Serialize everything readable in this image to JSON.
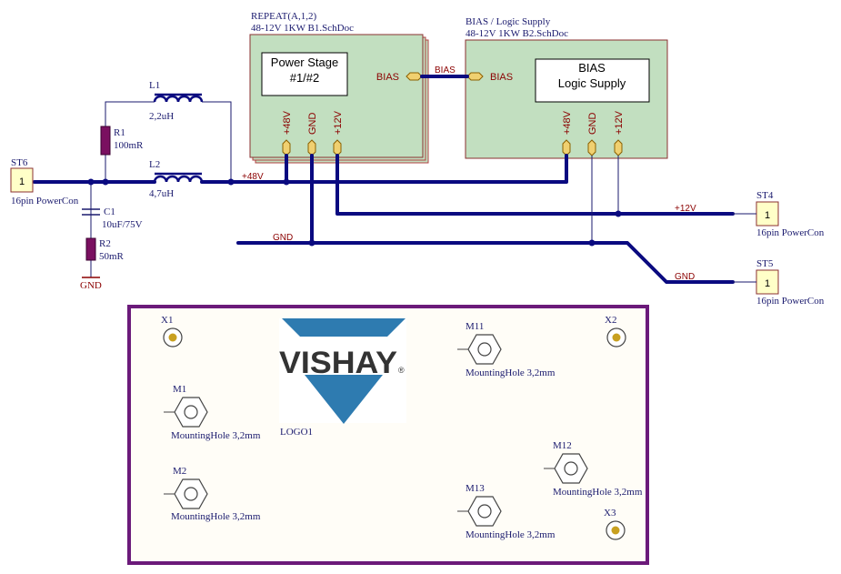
{
  "sheets": {
    "power": {
      "title": "REPEAT(A,1,2)",
      "file": "48-12V  1KW  B1.SchDoc",
      "box_label_line1": "Power Stage",
      "box_label_line2": "#1/#2",
      "port_bias": "BIAS",
      "pins": [
        "+48V",
        "GND",
        "+12V"
      ]
    },
    "bias": {
      "title": "BIAS / Logic Supply",
      "file": "48-12V  1KW  B2.SchDoc",
      "box_label_line1": "BIAS",
      "box_label_line2": "Logic Supply",
      "port_bias": "BIAS",
      "pins": [
        "+48V",
        "GND",
        "+12V"
      ]
    }
  },
  "nets": {
    "bias": "BIAS",
    "v48": "+48V",
    "v12": "+12V",
    "gnd1": "GND",
    "gnd2": "GND",
    "gnd_power": "GND"
  },
  "components": {
    "L1": {
      "ref": "L1",
      "value": "2,2uH"
    },
    "L2": {
      "ref": "L2",
      "value": "4,7uH"
    },
    "R1": {
      "ref": "R1",
      "value": "100mR"
    },
    "R2": {
      "ref": "R2",
      "value": "50mR"
    },
    "C1": {
      "ref": "C1",
      "value": "10uF/75V"
    }
  },
  "connectors": {
    "ST6": {
      "ref": "ST6",
      "pin": "1",
      "type": "16pin PowerCon"
    },
    "ST4": {
      "ref": "ST4",
      "pin": "1",
      "type": "16pin PowerCon"
    },
    "ST5": {
      "ref": "ST5",
      "pin": "1",
      "type": "16pin PowerCon"
    }
  },
  "board": {
    "holes": [
      {
        "ref": "M1",
        "type": "MountingHole 3,2mm"
      },
      {
        "ref": "M2",
        "type": "MountingHole 3,2mm"
      },
      {
        "ref": "M11",
        "type": "MountingHole 3,2mm"
      },
      {
        "ref": "M12",
        "type": "MountingHole 3,2mm"
      },
      {
        "ref": "M13",
        "type": "MountingHole 3,2mm"
      }
    ],
    "fiducials": [
      "X1",
      "X2",
      "X3"
    ],
    "logo": {
      "text": "VISHAY",
      "mark": "®",
      "ref": "LOGO1"
    }
  },
  "colors": {
    "wire": "#0a0a80",
    "sheet_fill": "#c2dfc0",
    "board": "#6b1a7a",
    "logo_blue": "#2e7bb0",
    "resistor": "#7a1060"
  }
}
